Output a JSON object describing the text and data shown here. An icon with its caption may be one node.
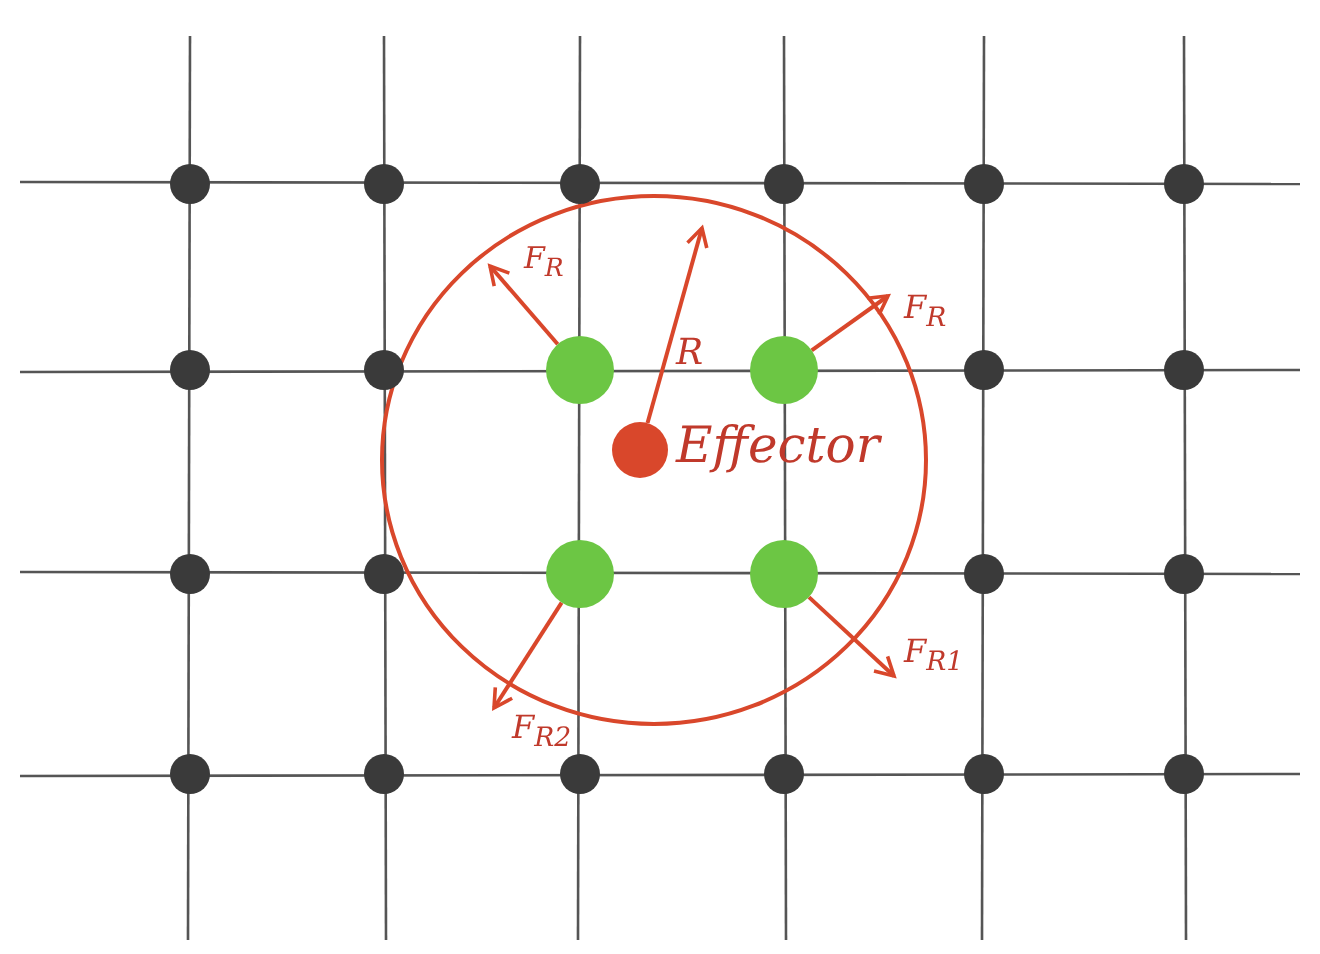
{
  "diagram": {
    "nodes": [
      {
        "text": [],
        "shape": "circle"
      },
      {
        "text": [],
        "shape": "circle"
      },
      {
        "text": [],
        "shape": "circle"
      },
      {
        "text": [],
        "shape": "circle"
      },
      {
        "text": [],
        "shape": "circle"
      },
      {
        "text": [],
        "shape": "circle"
      },
      {
        "text": [],
        "shape": "circle"
      },
      {
        "text": [],
        "shape": "circle"
      },
      {
        "text": [],
        "shape": "circle"
      },
      {
        "text": [],
        "shape": "circle"
      },
      {
        "text": [],
        "shape": "circle"
      },
      {
        "text": [],
        "shape": "circle"
      },
      {
        "text": [],
        "shape": "circle",
        "beside": [
          "Effector"
        ]
      },
      {
        "text": [],
        "shape": "circle"
      },
      {
        "text": [],
        "shape": "circle"
      },
      {
        "text": [],
        "shape": "circle"
      },
      {
        "text": [],
        "shape": "circle"
      },
      {
        "text": [],
        "shape": "circle"
      },
      {
        "text": [],
        "shape": "circle"
      },
      {
        "text": [],
        "shape": "circle"
      },
      {
        "text": [],
        "shape": "circle"
      },
      {
        "text": [],
        "shape": "circle"
      },
      {
        "text": [],
        "shape": "circle"
      },
      {
        "text": [],
        "shape": "circle"
      },
      {
        "text": [],
        "shape": "circle"
      }
    ],
    "edges": [
      {
        "from": 8,
        "to": null,
        "arrow": "to",
        "label": "F$_{R}$"
      },
      {
        "from": 12,
        "to": null,
        "arrow": "to",
        "label": "R"
      },
      {
        "from": 9,
        "to": null,
        "arrow": "to",
        "label": "F$_{R}$"
      },
      {
        "from": 16,
        "to": null,
        "arrow": "to",
        "label": "F$_{R1}$"
      },
      {
        "from": 15,
        "to": null,
        "arrow": "to",
        "label": "F$_{R2}$"
      }
    ]
  }
}
